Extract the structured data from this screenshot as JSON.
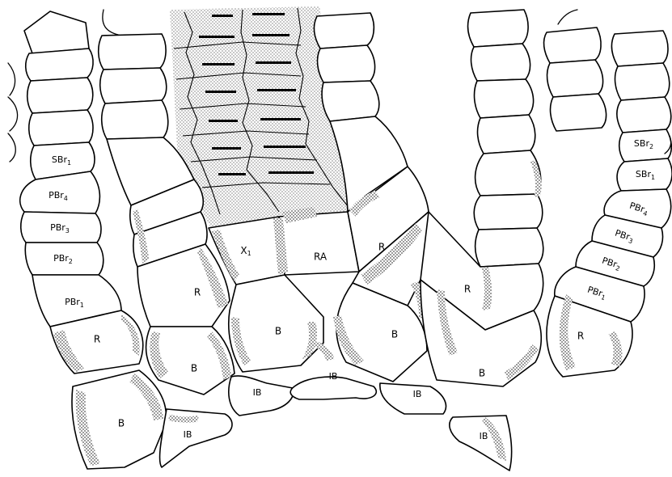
{
  "figure": {
    "plate_labels": {
      "radial": "R",
      "radianal": "RA",
      "anal_x": "X",
      "anal_x_sub": "1",
      "basal": "B",
      "infrabasal": "IB"
    },
    "arm_left": [
      {
        "base": "SBr",
        "sub": "1"
      },
      {
        "base": "PBr",
        "sub": "4"
      },
      {
        "base": "PBr",
        "sub": "3"
      },
      {
        "base": "PBr",
        "sub": "2"
      },
      {
        "base": "PBr",
        "sub": "1"
      }
    ],
    "arm_right": [
      {
        "base": "SBr",
        "sub": "2"
      },
      {
        "base": "SBr",
        "sub": "1"
      },
      {
        "base": "PBr",
        "sub": "4"
      },
      {
        "base": "PBr",
        "sub": "3"
      },
      {
        "base": "PBr",
        "sub": "2"
      },
      {
        "base": "PBr",
        "sub": "1"
      }
    ]
  }
}
